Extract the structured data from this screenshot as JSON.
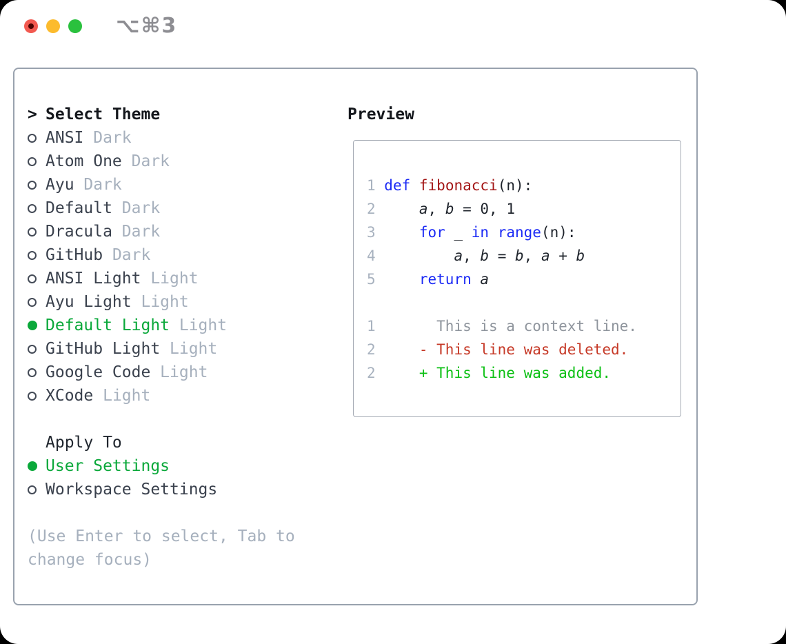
{
  "window": {
    "title": "⌥⌘3"
  },
  "titlebar": {
    "buttons": [
      "close",
      "minimize",
      "zoom"
    ]
  },
  "theme_list": {
    "header_marker": ">",
    "header": "Select Theme",
    "items": [
      {
        "name": "ANSI",
        "variant": "Dark",
        "selected": false
      },
      {
        "name": "Atom One",
        "variant": "Dark",
        "selected": false
      },
      {
        "name": "Ayu",
        "variant": "Dark",
        "selected": false
      },
      {
        "name": "Default",
        "variant": "Dark",
        "selected": false
      },
      {
        "name": "Dracula",
        "variant": "Dark",
        "selected": false
      },
      {
        "name": "GitHub",
        "variant": "Dark",
        "selected": false
      },
      {
        "name": "ANSI Light",
        "variant": "Light",
        "selected": false
      },
      {
        "name": "Ayu Light",
        "variant": "Light",
        "selected": false
      },
      {
        "name": "Default Light",
        "variant": "Light",
        "selected": true
      },
      {
        "name": "GitHub Light",
        "variant": "Light",
        "selected": false
      },
      {
        "name": "Google Code",
        "variant": "Light",
        "selected": false
      },
      {
        "name": "XCode",
        "variant": "Light",
        "selected": false
      }
    ]
  },
  "apply_to": {
    "header": "Apply To",
    "options": [
      {
        "label": "User Settings",
        "selected": true
      },
      {
        "label": "Workspace Settings",
        "selected": false
      }
    ]
  },
  "hint": {
    "line1": "(Use Enter to select, Tab to",
    "line2": "change focus)"
  },
  "preview": {
    "header": "Preview",
    "lines": [
      {
        "tokens": [
          {
            "t": "1 ",
            "c": "ln"
          },
          {
            "t": "def",
            "c": "kw"
          },
          {
            "t": " ",
            "c": "plain"
          },
          {
            "t": "fibonacci",
            "c": "fn"
          },
          {
            "t": "(n):",
            "c": "plain"
          }
        ]
      },
      {
        "tokens": [
          {
            "t": "2 ",
            "c": "ln"
          },
          {
            "t": "    ",
            "c": "plain"
          },
          {
            "t": "a",
            "c": "var"
          },
          {
            "t": ", ",
            "c": "plain"
          },
          {
            "t": "b",
            "c": "var"
          },
          {
            "t": " = 0, 1",
            "c": "plain"
          }
        ]
      },
      {
        "tokens": [
          {
            "t": "3 ",
            "c": "ln"
          },
          {
            "t": "    ",
            "c": "plain"
          },
          {
            "t": "for",
            "c": "kw"
          },
          {
            "t": " _ ",
            "c": "plain"
          },
          {
            "t": "in",
            "c": "kw"
          },
          {
            "t": " ",
            "c": "plain"
          },
          {
            "t": "range",
            "c": "kw"
          },
          {
            "t": "(n):",
            "c": "plain"
          }
        ]
      },
      {
        "tokens": [
          {
            "t": "4 ",
            "c": "ln"
          },
          {
            "t": "        ",
            "c": "plain"
          },
          {
            "t": "a",
            "c": "var"
          },
          {
            "t": ", ",
            "c": "plain"
          },
          {
            "t": "b",
            "c": "var"
          },
          {
            "t": " = ",
            "c": "plain"
          },
          {
            "t": "b",
            "c": "var"
          },
          {
            "t": ", ",
            "c": "plain"
          },
          {
            "t": "a",
            "c": "var"
          },
          {
            "t": " + ",
            "c": "plain"
          },
          {
            "t": "b",
            "c": "var"
          }
        ]
      },
      {
        "tokens": [
          {
            "t": "5 ",
            "c": "ln"
          },
          {
            "t": "    ",
            "c": "plain"
          },
          {
            "t": "return",
            "c": "kw"
          },
          {
            "t": " ",
            "c": "plain"
          },
          {
            "t": "a",
            "c": "var"
          }
        ]
      },
      {
        "tokens": [
          {
            "t": " ",
            "c": "plain"
          }
        ]
      },
      {
        "tokens": [
          {
            "t": "1",
            "c": "ln"
          },
          {
            "t": "       This is a context line.",
            "c": "ctx"
          }
        ]
      },
      {
        "tokens": [
          {
            "t": "2",
            "c": "ln"
          },
          {
            "t": "     ",
            "c": "plain"
          },
          {
            "t": "- This line was deleted.",
            "c": "del"
          }
        ]
      },
      {
        "tokens": [
          {
            "t": "2",
            "c": "ln"
          },
          {
            "t": "     ",
            "c": "plain"
          },
          {
            "t": "+ This line was added.",
            "c": "add"
          }
        ]
      }
    ]
  },
  "colors": {
    "selected_green": "#0aa83a",
    "added_green": "#0cc014",
    "deleted_red": "#c63927",
    "keyword_blue": "#1b2af5",
    "function_red": "#a31515",
    "muted_gray": "#a6b0bd",
    "context_gray": "#8f959d",
    "panel_border": "#99a2ae",
    "traffic_red": "#f25950",
    "traffic_yellow": "#fcbb2d",
    "traffic_green": "#2ac13e"
  }
}
